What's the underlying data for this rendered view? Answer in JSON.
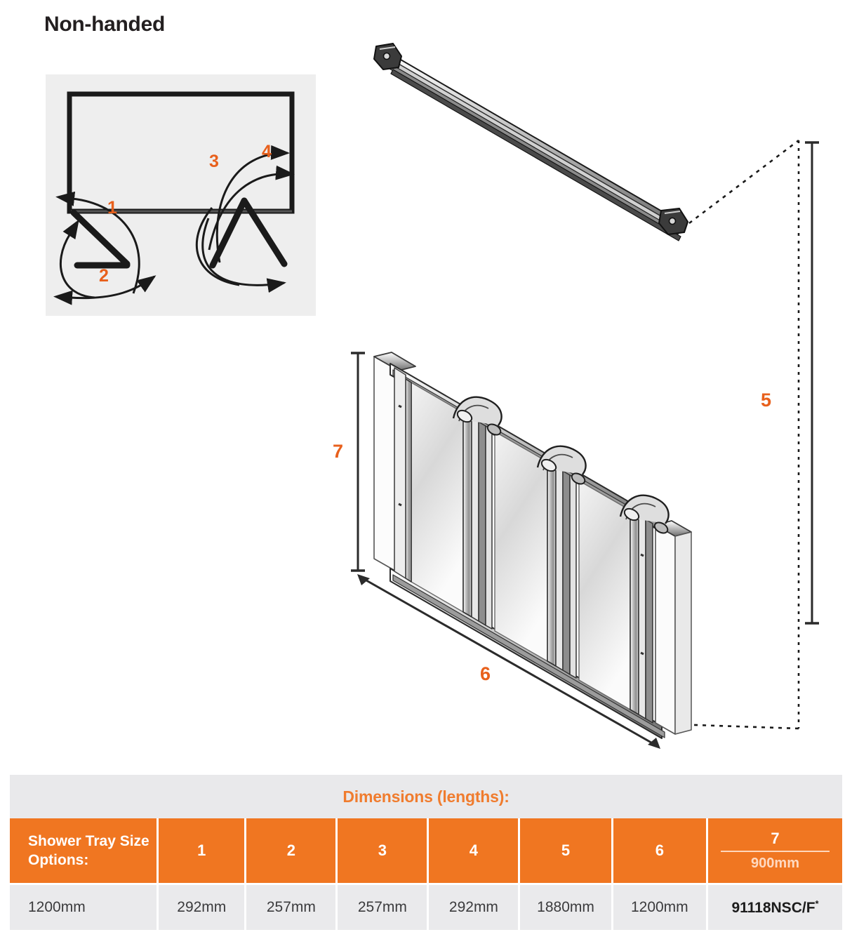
{
  "page": {
    "title": "Non-handed",
    "accent_color": "#f07621",
    "panel_bg": "#eeeeee",
    "text_color": "#231f20"
  },
  "plan_view": {
    "name": "plan-view-swing-diagram",
    "callouts": [
      {
        "label": "1"
      },
      {
        "label": "2"
      },
      {
        "label": "3"
      },
      {
        "label": "4"
      }
    ]
  },
  "drawings": {
    "top_rail": {
      "name": "top-rail-assembly"
    },
    "bifold_door": {
      "name": "bifold-door-assembly",
      "panel_count": 4
    },
    "dimension_labels": [
      {
        "label": "5"
      },
      {
        "label": "6"
      },
      {
        "label": "7"
      }
    ]
  },
  "table": {
    "title": "Dimensions (lengths):",
    "row_label_header": "Shower Tray Size Options:",
    "columns": [
      "1",
      "2",
      "3",
      "4",
      "5",
      "6"
    ],
    "last_column": {
      "number": "7",
      "sub_value": "900mm"
    },
    "rows": [
      {
        "size": "1200mm",
        "values": [
          "292mm",
          "257mm",
          "257mm",
          "292mm",
          "1880mm",
          "1200mm"
        ],
        "code": "91118NSC/F",
        "code_mark": "*"
      }
    ]
  }
}
